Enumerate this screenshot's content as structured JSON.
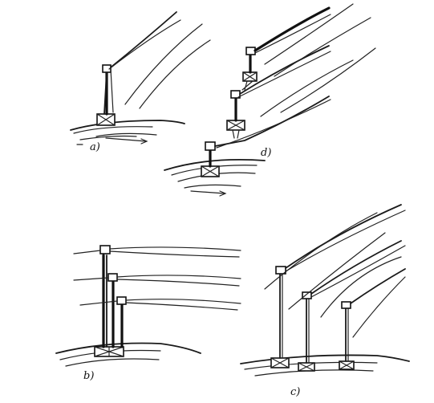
{
  "panels": [
    {
      "id": "a",
      "label": "a)"
    },
    {
      "id": "d",
      "label": "d)"
    },
    {
      "id": "b",
      "label": "b)"
    },
    {
      "id": "c",
      "label": "c)"
    }
  ]
}
